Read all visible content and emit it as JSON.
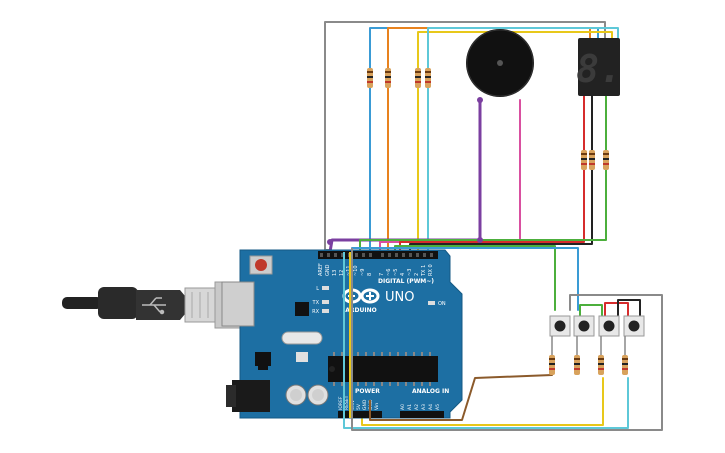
{
  "board": {
    "brand": "ARDUINO",
    "model": "UNO",
    "digital_header_label": "DIGITAL (PWM~)",
    "analog_header_label": "ANALOG IN",
    "power_header_label": "POWER",
    "on_label": "ON",
    "led_l": "L",
    "led_tx": "TX",
    "led_rx": "RX",
    "pins_top": [
      "AREF",
      "GND",
      "13",
      "12",
      "~11",
      "~10",
      "~9",
      "8",
      "7",
      "~6",
      "~5",
      "4",
      "~3",
      "2",
      "TX 1",
      "RX 0"
    ],
    "pins_power": [
      "IOREF",
      "RESET",
      "3.3V",
      "5V",
      "GND",
      "GND",
      "Vin"
    ],
    "pins_analog": [
      "A0",
      "A1",
      "A2",
      "A3",
      "A4",
      "A5"
    ]
  },
  "components": {
    "seven_segment_digit": "8.",
    "pushbutton_count": 4,
    "resistor_count": 11
  },
  "colors": {
    "board_blue": "#1d6fa3",
    "wire_gray": "#8a8a8a",
    "wire_blue": "#3a9bd5",
    "wire_orange": "#e8821e",
    "wire_yellow": "#e8c81a",
    "wire_cyan": "#5ec8d8",
    "wire_green": "#4caf3c",
    "wire_red": "#d62c2c",
    "wire_black": "#222222",
    "wire_purple": "#7b3fa0",
    "wire_pink": "#d94fa0",
    "wire_brown": "#8b5a2b"
  }
}
